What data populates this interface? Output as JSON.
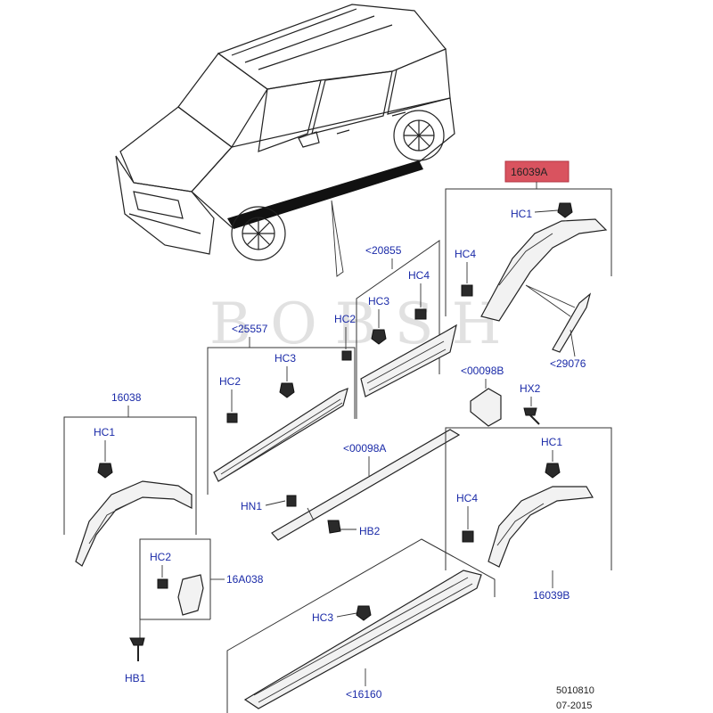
{
  "watermark": "BOBSH",
  "highlight_color": "#d9535f",
  "label_color": "#1a2aa8",
  "labels": {
    "p16039A": "16039A",
    "hc1_top": "HC1",
    "hc4_right": "HC4",
    "p29076": "<29076",
    "p20855": "<20855",
    "hc4_mid": "HC4",
    "hc3_mid": "HC3",
    "hc2_mid": "HC2",
    "p25557": "<25557",
    "hc3_left": "HC3",
    "hc2_left": "HC2",
    "p00098B": "<00098B",
    "hx2": "HX2",
    "p16038": "16038",
    "hc1_left": "HC1",
    "p00098A": "<00098A",
    "hn1": "HN1",
    "hb2": "HB2",
    "hc1_rear": "HC1",
    "hc4_rear": "HC4",
    "p16039B": "16039B",
    "hc2_flap": "HC2",
    "p16A038": "16A038",
    "hc3_sill": "HC3",
    "hb1": "HB1",
    "p16160": "<16160",
    "drawing_no": "5010810",
    "date": "07-2015"
  }
}
